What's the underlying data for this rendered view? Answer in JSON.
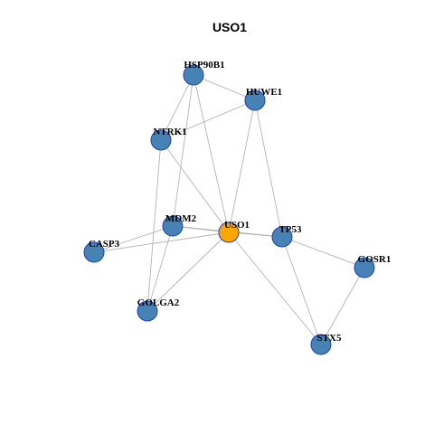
{
  "title": "USO1",
  "colors": {
    "center_node": "#FFA500",
    "node": "#4682B4",
    "node_border": "#1F3FBF",
    "edge": "#B3B3B3"
  },
  "nodes": [
    {
      "id": "USO1",
      "label": "USO1",
      "role": "center"
    },
    {
      "id": "HSP90B1",
      "label": "HSP90B1",
      "role": "neighbor"
    },
    {
      "id": "HUWE1",
      "label": "HUWE1",
      "role": "neighbor"
    },
    {
      "id": "NTRK1",
      "label": "NTRK1",
      "role": "neighbor"
    },
    {
      "id": "MDM2",
      "label": "MDM2",
      "role": "neighbor"
    },
    {
      "id": "TP53",
      "label": "TP53",
      "role": "neighbor"
    },
    {
      "id": "CASP3",
      "label": "CASP3",
      "role": "neighbor"
    },
    {
      "id": "GOSR1",
      "label": "GOSR1",
      "role": "neighbor"
    },
    {
      "id": "GOLGA2",
      "label": "GOLGA2",
      "role": "neighbor"
    },
    {
      "id": "STX5",
      "label": "STX5",
      "role": "neighbor"
    }
  ],
  "edges": [
    [
      "HSP90B1",
      "HUWE1"
    ],
    [
      "HSP90B1",
      "NTRK1"
    ],
    [
      "HSP90B1",
      "USO1"
    ],
    [
      "HSP90B1",
      "MDM2"
    ],
    [
      "HUWE1",
      "NTRK1"
    ],
    [
      "HUWE1",
      "USO1"
    ],
    [
      "HUWE1",
      "TP53"
    ],
    [
      "NTRK1",
      "USO1"
    ],
    [
      "NTRK1",
      "GOLGA2"
    ],
    [
      "MDM2",
      "USO1"
    ],
    [
      "MDM2",
      "TP53"
    ],
    [
      "MDM2",
      "CASP3"
    ],
    [
      "MDM2",
      "GOLGA2"
    ],
    [
      "USO1",
      "CASP3"
    ],
    [
      "USO1",
      "TP53"
    ],
    [
      "USO1",
      "GOLGA2"
    ],
    [
      "USO1",
      "STX5"
    ],
    [
      "TP53",
      "GOSR1"
    ],
    [
      "TP53",
      "STX5"
    ],
    [
      "GOSR1",
      "STX5"
    ]
  ]
}
